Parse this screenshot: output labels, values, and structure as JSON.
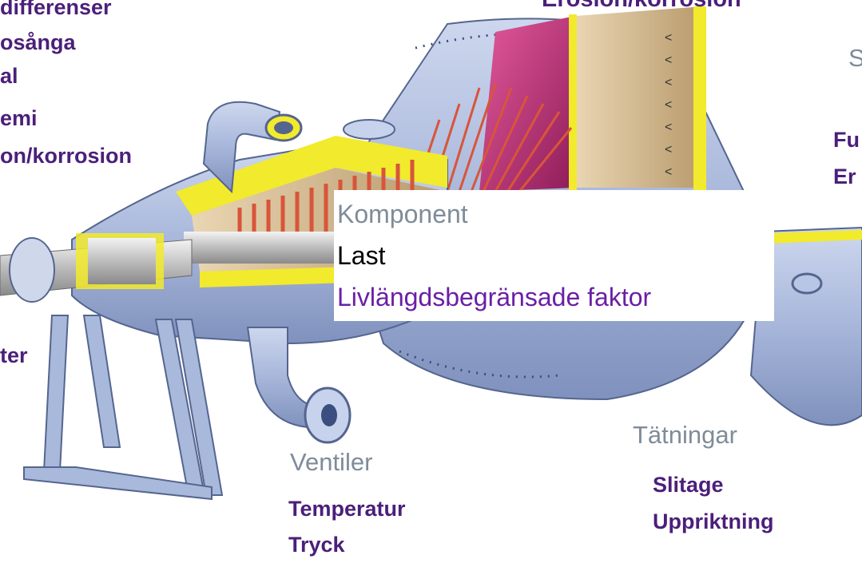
{
  "labels": {
    "top_left_lines": [
      "differenser",
      "osånga",
      "al",
      "emi",
      "on/korrosion"
    ],
    "top_center": "Erosion/korrosion",
    "right_cut_heading": "S",
    "right_cut_lines": [
      "Fu",
      "Er"
    ],
    "left_cut": "ter",
    "ventiler": {
      "heading": "Ventiler",
      "factors": [
        "Temperatur",
        "Tryck"
      ]
    },
    "tatningar": {
      "heading": "Tätningar",
      "factors": [
        "Slitage",
        "Uppriktning"
      ]
    }
  },
  "legend": {
    "component": "Komponent",
    "load": "Last",
    "life_factors": "Livlängdsbegränsade faktor"
  },
  "colors": {
    "factor_text": "#4b1f7a",
    "component_text": "#7f8c99",
    "legend_purple": "#6a1fa6",
    "casing_blue": "#a9b9dc",
    "cut_yellow": "#f2ea2c",
    "blade_red": "#d8553a",
    "inner_magenta": "#c0246e"
  }
}
